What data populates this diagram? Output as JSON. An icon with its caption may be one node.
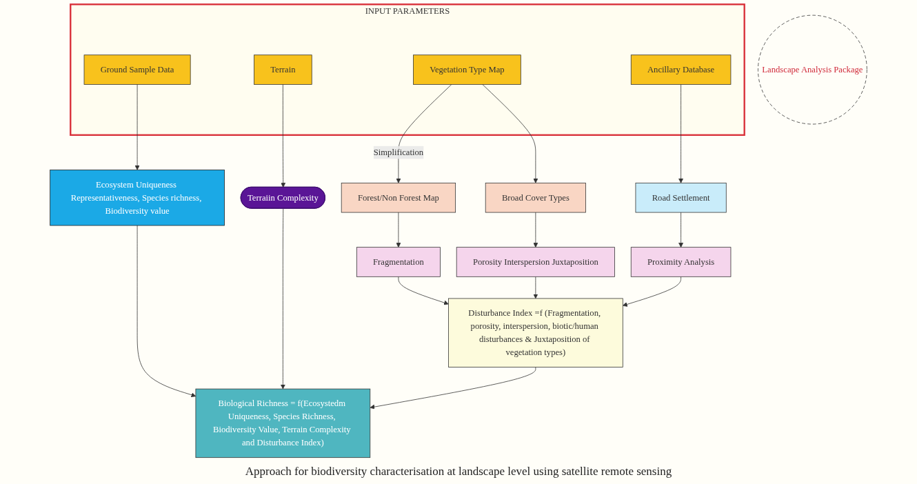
{
  "diagram": {
    "caption": "Approach for biodiversity characterisation at landscape level using satellite remote sensing",
    "nodes": [
      {
        "text": [
          "INPUT PARAMETERS"
        ]
      },
      {
        "text": [
          "Vegetation Type Map"
        ],
        "in": 0
      },
      {
        "text": [
          "Ancillary Database"
        ],
        "in": 0
      },
      {
        "text": [
          "Ground Sample Data"
        ],
        "in": 0
      },
      {
        "text": [
          "Terrain"
        ],
        "in": 0
      },
      {
        "text": [
          "Forest/Non Forest Map"
        ]
      },
      {
        "text": [
          "Broad Cover Types"
        ]
      },
      {
        "text": [
          "Road Settlement"
        ]
      },
      {
        "text": [
          "Ecosystem Uniqueness Representativeness, Species richness, Biodiversity value"
        ]
      },
      {
        "text": [
          "Fragmentation"
        ]
      },
      {
        "text": [
          "Porosity Interspersion Juxtaposition"
        ]
      },
      {
        "text": [
          "Proximity Analysis"
        ]
      },
      {
        "text": [
          "Landscape Analysis Package"
        ]
      },
      {
        "text": [
          "Terraiin Complexity"
        ]
      },
      {
        "text": [
          "Disturbance Index =f (Fragmentation, porosity, interspersion, biotic/human disturbances & Juxtaposition of vegetation types)"
        ]
      },
      {
        "text": [
          "Biological Richness = f(Ecosystedm Uniqueness, Species Richness, Biodiversity Value, Terrain Complexity and Disturbance Index)"
        ]
      }
    ],
    "edges": [
      {
        "from": 1,
        "to": 5,
        "arrow": "to",
        "label": "Simplification"
      },
      {
        "from": 1,
        "to": 6,
        "arrow": "to"
      },
      {
        "from": 2,
        "to": 7,
        "arrow": "to"
      },
      {
        "from": 3,
        "to": 8,
        "arrow": "to"
      },
      {
        "from": 4,
        "to": 13,
        "arrow": "to"
      },
      {
        "from": 5,
        "to": 9,
        "arrow": "to"
      },
      {
        "from": 6,
        "to": 10,
        "arrow": "to"
      },
      {
        "from": 7,
        "to": 11,
        "arrow": "to"
      },
      {
        "from": 9,
        "to": 14,
        "arrow": "to"
      },
      {
        "from": 10,
        "to": 14,
        "arrow": "to"
      },
      {
        "from": 11,
        "to": 14,
        "arrow": "to"
      },
      {
        "from": 8,
        "to": 15,
        "arrow": "to"
      },
      {
        "from": 13,
        "to": 15,
        "arrow": "to"
      },
      {
        "from": 14,
        "to": 15,
        "arrow": "to"
      }
    ]
  }
}
